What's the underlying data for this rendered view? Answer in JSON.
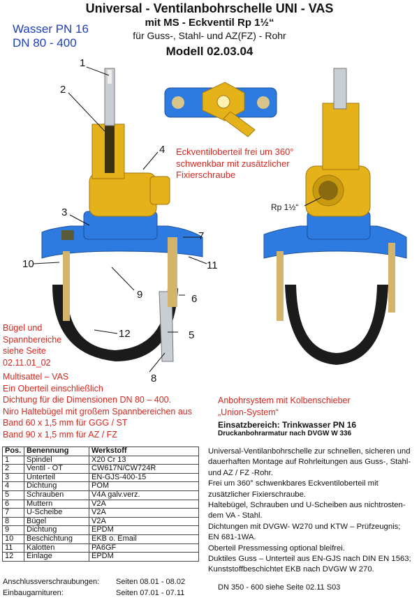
{
  "header": {
    "title": "Universal - Ventilanbohrschelle UNI - VAS",
    "subtitle": "mit MS - Eckventil Rp 1½“",
    "materials": "für Guss-, Stahl-  und AZ(FZ) - Rohr",
    "model": "Modell 02.03.04"
  },
  "spec": {
    "line1": "Wasser PN 16",
    "line2": "DN 80 - 400"
  },
  "callouts": [
    "1",
    "2",
    "3",
    "4",
    "5",
    "6",
    "7",
    "8",
    "9",
    "10",
    "11",
    "12"
  ],
  "angle_note": [
    "Eckventiloberteil frei um 360°",
    "schwenkbar mit zusätzlicher",
    "Fixierschraube"
  ],
  "rp_label": "Rp 1½“",
  "buegel_note": [
    "Bügel und",
    "Spannbereiche",
    "siehe Seite",
    "02.11.01_02"
  ],
  "multi_note": [
    "Multisattel – VAS",
    "Ein Oberteil einschließlich",
    "Dichtung für die Dimensionen DN 80 – 400.",
    "Niro Haltebügel mit großem Spannbereichen aus",
    "Band 60 x 1,5 mm für GGG / ST",
    "Band 90 x 1,5 mm für AZ / FZ"
  ],
  "system_note": [
    "Anbohrsystem mit Kolbenschieber",
    "„Union-System“"
  ],
  "usage": {
    "label": "Einsatzbereich:  Trinkwasser PN 16",
    "sub": "Druckanbohrarmatur nach DVGW W 336"
  },
  "table": {
    "headers": [
      "Pos.",
      "Benennung",
      "Werkstoff"
    ],
    "rows": [
      [
        "1",
        "Spindel",
        "X20 Cr 13"
      ],
      [
        "2",
        "Ventil - OT",
        "CW617N/CW724R"
      ],
      [
        "3",
        "Unterteil",
        "EN-GJS-400-15"
      ],
      [
        "4",
        "Dichtung",
        "POM"
      ],
      [
        "5",
        "Schrauben",
        "V4A galv.verz."
      ],
      [
        "6",
        "Muttern",
        "V2A"
      ],
      [
        "7",
        "U-Scheibe",
        "V2A"
      ],
      [
        "8",
        "Bügel",
        "V2A"
      ],
      [
        "9",
        "Dichtung",
        "EPDM"
      ],
      [
        "10",
        "Beschichtung",
        "EKB o. Email"
      ],
      [
        "11",
        "Kalotten",
        "PA6GF"
      ],
      [
        "12",
        "Einlage",
        "EPDM"
      ]
    ]
  },
  "description": [
    "Universal-Ventilanbohrschelle zur schnellen, sicheren und",
    "dauerhaften Montage auf Rohrleitungen aus Guss-, Stahl-",
    "und AZ / FZ -Rohr.",
    "Frei um 360° schwenkbares Eckventiloberteil mit",
    "zusätzlicher Fixierschraube.",
    "Haltebügel, Schrauben und U-Scheiben aus nichtrosten-",
    "dem VA - Stahl.",
    "Dichtungen mit DVGW- W270 und KTW – Prüfzeugnis;",
    "EN 681-1WA.",
    "Oberteil Pressmessing optional bleifrei.",
    "Duktiles Guss – Unterteil aus EN-GJS nach DIN EN  1563;",
    "Kunststoffbeschichtet EKB nach DVGW W 270."
  ],
  "footer": {
    "row1_label": "Anschlussverschraubungen:",
    "row1_value": "Seiten 08.01 - 08.02",
    "row2_label": "Einbaugarnituren:",
    "row2_value": "Seiten 07.01 - 07.11",
    "dn_note": "DN  350 - 600 siehe Seite 02.11 S03"
  },
  "colors": {
    "blue": "#2d7be0",
    "brass": "#e6b21a",
    "black": "#1b1b1b",
    "steel": "#c9ced4",
    "red": "#d7261e",
    "spec_blue": "#1d3fbd"
  }
}
